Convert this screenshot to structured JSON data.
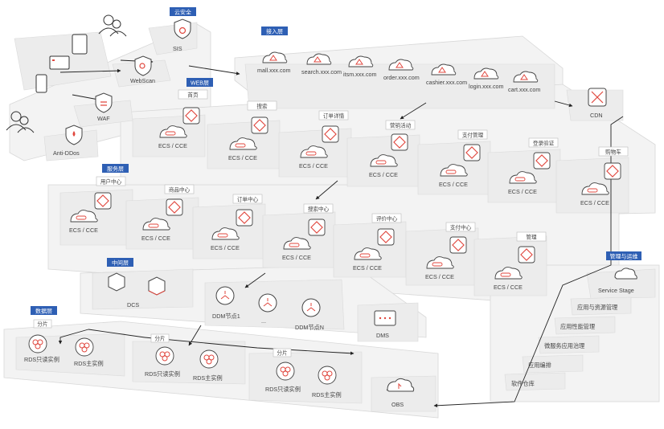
{
  "colors": {
    "accent": "#e0473e",
    "tag_bg": "#2e5fb4",
    "line": "#222222",
    "plate": "#f2f2f2",
    "plate_edge": "#d7d7d7"
  },
  "layers": {
    "security": "云安全",
    "access": "接入层",
    "web": "WEB层",
    "service": "服务层",
    "middleware": "中间层",
    "data": "数据层",
    "ops": "管理与运维"
  },
  "security": {
    "sis": "SIS",
    "webscan": "WebScan",
    "waf": "WAF",
    "anti_ddos": "Anti-DDos"
  },
  "access": {
    "domains": [
      "mall.xxx.com",
      "search.xxx.com",
      "itsm.xxx.com",
      "order.xxx.com",
      "cashier.xxx.com",
      "login.xxx.com",
      "cart.xxx.com"
    ],
    "cdn": "CDN"
  },
  "web": {
    "modules": [
      {
        "name": "首页",
        "node": "ECS / CCE"
      },
      {
        "name": "搜索",
        "node": "ECS / CCE"
      },
      {
        "name": "订单详情",
        "node": "ECS / CCE"
      },
      {
        "name": "营销活动",
        "node": "ECS / CCE"
      },
      {
        "name": "支付管理",
        "node": "ECS / CCE"
      },
      {
        "name": "登录验证",
        "node": "ECS / CCE"
      },
      {
        "name": "购物车",
        "node": "ECS / CCE"
      }
    ]
  },
  "service": {
    "modules": [
      {
        "name": "用户中心",
        "node": "ECS / CCE"
      },
      {
        "name": "商品中心",
        "node": "ECS / CCE"
      },
      {
        "name": "订单中心",
        "node": "ECS / CCE"
      },
      {
        "name": "搜索中心",
        "node": "ECS / CCE"
      },
      {
        "name": "评价中心",
        "node": "ECS / CCE"
      },
      {
        "name": "支付中心",
        "node": "ECS / CCE"
      },
      {
        "name": "管理",
        "node": "ECS / CCE"
      }
    ]
  },
  "middleware": {
    "dcs": "DCS",
    "ddm1": "DDM节点1",
    "ddm_dots": "...",
    "ddmn": "DDM节点N",
    "dms": "DMS"
  },
  "data": {
    "shards": [
      {
        "tag": "分片",
        "readonly": "RDS只读实例",
        "master": "RDS主实例"
      },
      {
        "tag": "分片",
        "readonly": "RDS只读实例",
        "master": "RDS主实例"
      },
      {
        "tag": "分片",
        "readonly": "RDS只读实例",
        "master": "RDS主实例"
      }
    ],
    "obs": "OBS"
  },
  "ops": {
    "items": [
      "Service Stage",
      "应用与资源管理",
      "应用性能管理",
      "微服务应用治理",
      "应用编排",
      "软件仓库"
    ]
  }
}
